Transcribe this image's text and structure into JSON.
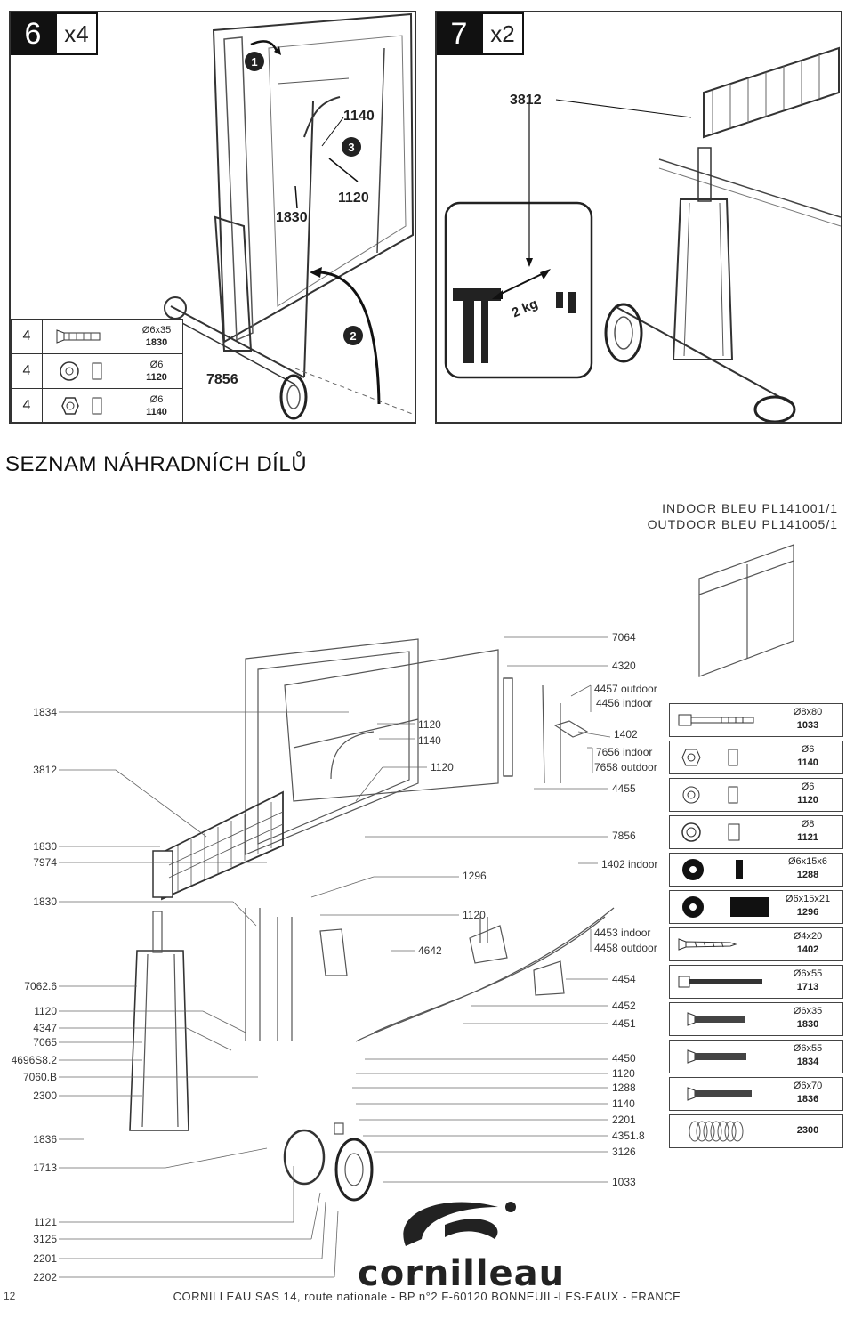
{
  "step6": {
    "number": "6",
    "quantity": "x4",
    "callouts": {
      "c1": "1",
      "c2": "2",
      "c3": "3"
    },
    "labels": {
      "l1140": "1140",
      "l1830": "1830",
      "l1120": "1120",
      "l7856": "7856"
    },
    "parts": [
      {
        "qty": "4",
        "size": "Ø6x35",
        "ref": "1830"
      },
      {
        "qty": "4",
        "size": "Ø6",
        "ref": "1120"
      },
      {
        "qty": "4",
        "size": "Ø6",
        "ref": "1140"
      }
    ]
  },
  "step7": {
    "number": "7",
    "quantity": "x2",
    "labels": {
      "net": "3812",
      "force": "2 kg"
    }
  },
  "heading": "SEZNAM NÁHRADNÍCH DÍLŮ",
  "models": {
    "indoor": "INDOOR BLEU PL141001/1",
    "outdoor": "OUTDOOR BLEU PL141005/1"
  },
  "left_refs": [
    "1834",
    "3812",
    "1830",
    "7974",
    "1830",
    "7062.6",
    "1120",
    "4347",
    "7065",
    "4696S8.2",
    "7060.B",
    "2300",
    "1836",
    "1713",
    "1121",
    "3125",
    "2201",
    "2202"
  ],
  "center_refs": {
    "r7064": "7064",
    "r4320": "4320",
    "r4457": "4457 outdoor",
    "r4456": "4456 indoor",
    "r1120a": "1120",
    "r1140a": "1140",
    "r1402a": "1402",
    "r7656": "7656 indoor",
    "r7658": "7658 outdoor",
    "r1120b": "1120",
    "r4455": "4455",
    "r7856": "7856",
    "r1402b": "1402 indoor",
    "r1296": "1296",
    "r1120c": "1120",
    "r4642": "4642",
    "r4453": "4453 indoor",
    "r4458": "4458 outdoor",
    "r4454": "4454",
    "r4452": "4452",
    "r4451": "4451",
    "r4450": "4450",
    "r1120d": "1120",
    "r1288": "1288",
    "r1140b": "1140",
    "r2201": "2201",
    "r4351": "4351.8",
    "r3126": "3126",
    "r1033": "1033"
  },
  "hardware": [
    {
      "size": "Ø8x80",
      "ref": "1033"
    },
    {
      "size": "Ø6",
      "ref": "1140"
    },
    {
      "size": "Ø6",
      "ref": "1120"
    },
    {
      "size": "Ø8",
      "ref": "1121"
    },
    {
      "size": "Ø6x15x6",
      "ref": "1288"
    },
    {
      "size": "Ø6x15x21",
      "ref": "1296"
    },
    {
      "size": "Ø4x20",
      "ref": "1402"
    },
    {
      "size": "Ø6x55",
      "ref": "1713"
    },
    {
      "size": "Ø6x35",
      "ref": "1830"
    },
    {
      "size": "Ø6x55",
      "ref": "1834"
    },
    {
      "size": "Ø6x70",
      "ref": "1836"
    },
    {
      "size": "",
      "ref": "2300"
    }
  ],
  "brand": "cornilleau",
  "footer": "CORNILLEAU SAS  14, route nationale - BP n°2  F-60120 BONNEUIL-LES-EAUX - FRANCE",
  "page_number": "12"
}
